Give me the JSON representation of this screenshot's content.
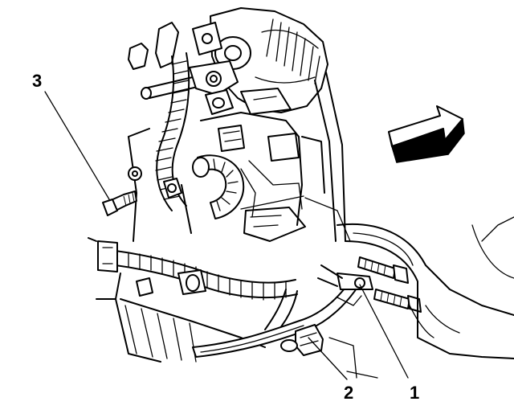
{
  "callouts": [
    {
      "id": "1",
      "label": "1"
    },
    {
      "id": "2",
      "label": "2"
    },
    {
      "id": "3",
      "label": "3"
    }
  ],
  "colors": {
    "line": "#000000",
    "background": "#ffffff"
  },
  "icons": {
    "direction": "arrow-icon"
  }
}
